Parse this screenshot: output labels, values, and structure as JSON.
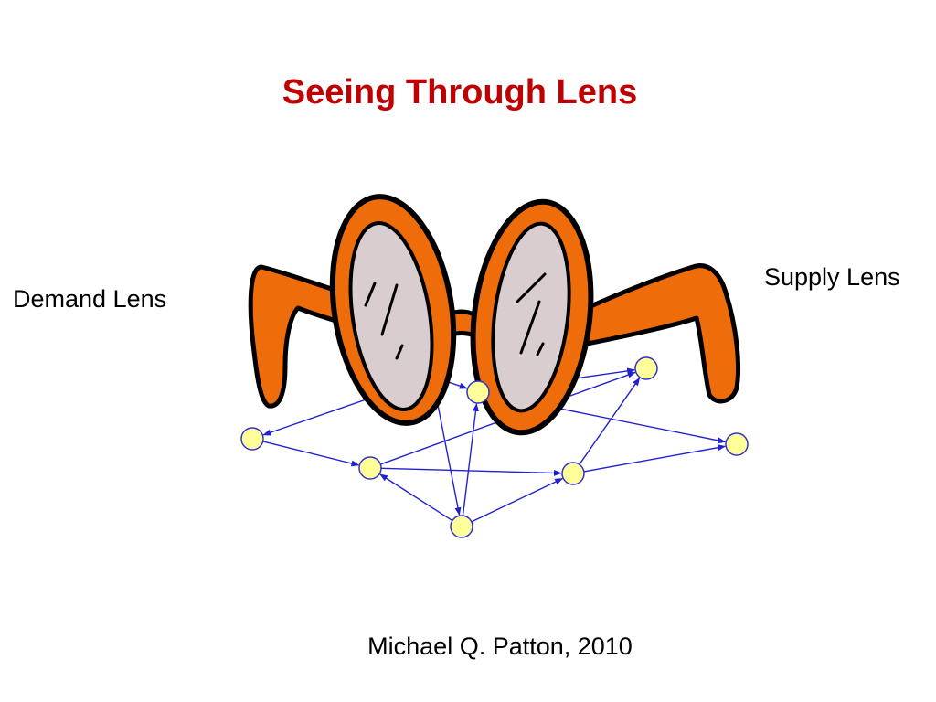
{
  "slide": {
    "title": "Seeing Through Lens",
    "left_label": "Demand Lens",
    "right_label": "Supply Lens",
    "credit": "Michael Q. Patton, 2010"
  },
  "colors": {
    "title": "#c00000",
    "frame": "#ef6c0a",
    "outline": "#000000",
    "lens": "#d9cdd0",
    "node_fill": "#ffff99",
    "node_stroke": "#3333cc",
    "arrow": "#2222cc"
  },
  "icons": [
    "eyeglasses-icon"
  ],
  "network": {
    "node_count": 8,
    "edge_count": 13
  }
}
